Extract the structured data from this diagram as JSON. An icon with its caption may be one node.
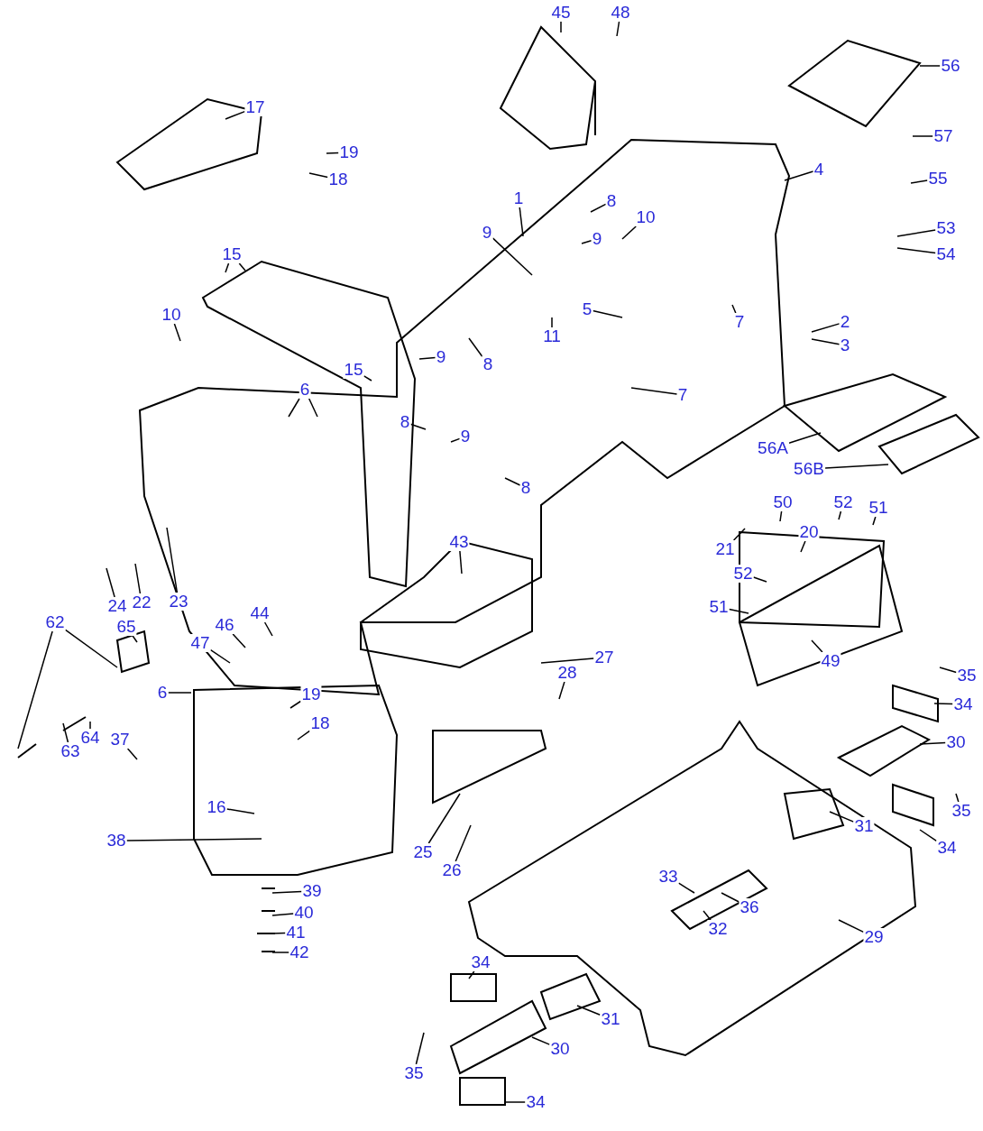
{
  "diagram": {
    "nodes": [
      {
        "text": [
          "45"
        ]
      },
      {
        "text": [
          "48"
        ]
      },
      {
        "text": [
          "56"
        ]
      },
      {
        "text": [
          "57"
        ]
      },
      {
        "text": [
          "17"
        ]
      },
      {
        "text": [
          "4"
        ]
      },
      {
        "text": [
          "19"
        ]
      },
      {
        "text": [
          "55"
        ]
      },
      {
        "text": [
          "18"
        ]
      },
      {
        "text": [
          "1"
        ]
      },
      {
        "text": [
          "8"
        ]
      },
      {
        "text": [
          "10"
        ]
      },
      {
        "text": [
          "53"
        ]
      },
      {
        "text": [
          "9"
        ]
      },
      {
        "text": [
          "9"
        ]
      },
      {
        "text": [
          "54"
        ]
      },
      {
        "text": [
          "15"
        ]
      },
      {
        "text": [
          "5"
        ]
      },
      {
        "text": [
          "10"
        ]
      },
      {
        "text": [
          "7"
        ]
      },
      {
        "text": [
          "2"
        ]
      },
      {
        "text": [
          "11"
        ]
      },
      {
        "text": [
          "3"
        ]
      },
      {
        "text": [
          "9"
        ]
      },
      {
        "text": [
          "8"
        ]
      },
      {
        "text": [
          "15"
        ]
      },
      {
        "text": [
          "6"
        ]
      },
      {
        "text": [
          "7"
        ]
      },
      {
        "text": [
          "8"
        ]
      },
      {
        "text": [
          "9"
        ]
      },
      {
        "text": [
          "56A"
        ]
      },
      {
        "text": [
          "56B"
        ]
      },
      {
        "text": [
          "8"
        ]
      },
      {
        "text": [
          "50"
        ]
      },
      {
        "text": [
          "52"
        ]
      },
      {
        "text": [
          "51"
        ]
      },
      {
        "text": [
          "20"
        ]
      },
      {
        "text": [
          "43"
        ]
      },
      {
        "text": [
          "21"
        ]
      },
      {
        "text": [
          "52"
        ]
      },
      {
        "text": [
          "23"
        ]
      },
      {
        "text": [
          "22"
        ]
      },
      {
        "text": [
          "24"
        ]
      },
      {
        "text": [
          "51"
        ]
      },
      {
        "text": [
          "62"
        ]
      },
      {
        "text": [
          "65"
        ]
      },
      {
        "text": [
          "44"
        ]
      },
      {
        "text": [
          "46"
        ]
      },
      {
        "text": [
          "47"
        ]
      },
      {
        "text": [
          "27"
        ]
      },
      {
        "text": [
          "49"
        ]
      },
      {
        "text": [
          "35"
        ]
      },
      {
        "text": [
          "28"
        ]
      },
      {
        "text": [
          "6"
        ]
      },
      {
        "text": [
          "19"
        ]
      },
      {
        "text": [
          "34"
        ]
      },
      {
        "text": [
          "18"
        ]
      },
      {
        "text": [
          "64"
        ]
      },
      {
        "text": [
          "37"
        ]
      },
      {
        "text": [
          "63"
        ]
      },
      {
        "text": [
          "30"
        ]
      },
      {
        "text": [
          "16"
        ]
      },
      {
        "text": [
          "35"
        ]
      },
      {
        "text": [
          "31"
        ]
      },
      {
        "text": [
          "38"
        ]
      },
      {
        "text": [
          "34"
        ]
      },
      {
        "text": [
          "25"
        ]
      },
      {
        "text": [
          "26"
        ]
      },
      {
        "text": [
          "33"
        ]
      },
      {
        "text": [
          "39"
        ]
      },
      {
        "text": [
          "36"
        ]
      },
      {
        "text": [
          "40"
        ]
      },
      {
        "text": [
          "32"
        ]
      },
      {
        "text": [
          "29"
        ]
      },
      {
        "text": [
          "41"
        ]
      },
      {
        "text": [
          "42"
        ]
      },
      {
        "text": [
          "34"
        ]
      },
      {
        "text": [
          "31"
        ]
      },
      {
        "text": [
          "30"
        ]
      },
      {
        "text": [
          "35"
        ]
      },
      {
        "text": [
          "34"
        ]
      }
    ],
    "edges": [
      {
        "from": 0,
        "to": null,
        "arrow": "none"
      },
      {
        "from": 1,
        "to": null,
        "arrow": "none"
      },
      {
        "from": 2,
        "to": null,
        "arrow": "none"
      },
      {
        "from": 3,
        "to": null,
        "arrow": "none"
      },
      {
        "from": 4,
        "to": null,
        "arrow": "none"
      },
      {
        "from": 5,
        "to": null,
        "arrow": "none"
      },
      {
        "from": 6,
        "to": null,
        "arrow": "none"
      },
      {
        "from": 7,
        "to": null,
        "arrow": "none"
      },
      {
        "from": 8,
        "to": null,
        "arrow": "none"
      },
      {
        "from": 9,
        "to": null,
        "arrow": "none"
      },
      {
        "from": 10,
        "to": null,
        "arrow": "none"
      },
      {
        "from": 11,
        "to": null,
        "arrow": "none"
      },
      {
        "from": 12,
        "to": null,
        "arrow": "none"
      },
      {
        "from": 13,
        "to": null,
        "arrow": "none"
      },
      {
        "from": 14,
        "to": null,
        "arrow": "none"
      },
      {
        "from": 15,
        "to": null,
        "arrow": "none"
      },
      {
        "from": 16,
        "to": null,
        "arrow": "none"
      },
      {
        "from": 17,
        "to": null,
        "arrow": "none"
      },
      {
        "from": 18,
        "to": null,
        "arrow": "none"
      },
      {
        "from": 19,
        "to": null,
        "arrow": "none"
      },
      {
        "from": 20,
        "to": null,
        "arrow": "none"
      },
      {
        "from": 21,
        "to": null,
        "arrow": "none"
      },
      {
        "from": 22,
        "to": null,
        "arrow": "none"
      },
      {
        "from": 23,
        "to": null,
        "arrow": "none"
      },
      {
        "from": 24,
        "to": null,
        "arrow": "none"
      },
      {
        "from": 25,
        "to": null,
        "arrow": "none"
      },
      {
        "from": 26,
        "to": null,
        "arrow": "none"
      },
      {
        "from": 27,
        "to": null,
        "arrow": "none"
      },
      {
        "from": 28,
        "to": null,
        "arrow": "none"
      },
      {
        "from": 29,
        "to": null,
        "arrow": "none"
      },
      {
        "from": 30,
        "to": null,
        "arrow": "none"
      },
      {
        "from": 31,
        "to": null,
        "arrow": "none"
      },
      {
        "from": 32,
        "to": null,
        "arrow": "none"
      },
      {
        "from": 33,
        "to": null,
        "arrow": "none"
      },
      {
        "from": 34,
        "to": null,
        "arrow": "none"
      },
      {
        "from": 35,
        "to": null,
        "arrow": "none"
      },
      {
        "from": 36,
        "to": null,
        "arrow": "none"
      },
      {
        "from": 37,
        "to": null,
        "arrow": "none"
      },
      {
        "from": 38,
        "to": null,
        "arrow": "none"
      },
      {
        "from": 39,
        "to": null,
        "arrow": "none"
      },
      {
        "from": 40,
        "to": null,
        "arrow": "none"
      },
      {
        "from": 41,
        "to": null,
        "arrow": "none"
      },
      {
        "from": 42,
        "to": null,
        "arrow": "none"
      },
      {
        "from": 43,
        "to": null,
        "arrow": "none"
      },
      {
        "from": 44,
        "to": null,
        "arrow": "none"
      },
      {
        "from": 45,
        "to": null,
        "arrow": "none"
      },
      {
        "from": 46,
        "to": null,
        "arrow": "none"
      },
      {
        "from": 47,
        "to": null,
        "arrow": "none"
      },
      {
        "from": 48,
        "to": null,
        "arrow": "none"
      },
      {
        "from": 49,
        "to": null,
        "arrow": "none"
      },
      {
        "from": 50,
        "to": null,
        "arrow": "none"
      },
      {
        "from": 51,
        "to": null,
        "arrow": "none"
      },
      {
        "from": 52,
        "to": null,
        "arrow": "none"
      },
      {
        "from": 53,
        "to": null,
        "arrow": "none"
      },
      {
        "from": 54,
        "to": null,
        "arrow": "none"
      },
      {
        "from": 55,
        "to": null,
        "arrow": "none"
      },
      {
        "from": 56,
        "to": null,
        "arrow": "none"
      },
      {
        "from": 57,
        "to": null,
        "arrow": "none"
      },
      {
        "from": 58,
        "to": null,
        "arrow": "none"
      },
      {
        "from": 59,
        "to": null,
        "arrow": "none"
      },
      {
        "from": 60,
        "to": null,
        "arrow": "none"
      },
      {
        "from": 61,
        "to": null,
        "arrow": "none"
      },
      {
        "from": 62,
        "to": null,
        "arrow": "none"
      },
      {
        "from": 63,
        "to": null,
        "arrow": "none"
      },
      {
        "from": 64,
        "to": null,
        "arrow": "none"
      },
      {
        "from": 65,
        "to": null,
        "arrow": "none"
      },
      {
        "from": 66,
        "to": null,
        "arrow": "none"
      },
      {
        "from": 67,
        "to": null,
        "arrow": "none"
      },
      {
        "from": 68,
        "to": null,
        "arrow": "none"
      },
      {
        "from": 69,
        "to": null,
        "arrow": "none"
      },
      {
        "from": 70,
        "to": null,
        "arrow": "none"
      },
      {
        "from": 71,
        "to": null,
        "arrow": "none"
      },
      {
        "from": 72,
        "to": null,
        "arrow": "none"
      },
      {
        "from": 73,
        "to": null,
        "arrow": "none"
      },
      {
        "from": 74,
        "to": null,
        "arrow": "none"
      },
      {
        "from": 75,
        "to": null,
        "arrow": "none"
      },
      {
        "from": 76,
        "to": null,
        "arrow": "none"
      },
      {
        "from": 77,
        "to": null,
        "arrow": "none"
      },
      {
        "from": 78,
        "to": null,
        "arrow": "none"
      },
      {
        "from": 79,
        "to": null,
        "arrow": "none"
      },
      {
        "from": 80,
        "to": null,
        "arrow": "none"
      },
      {
        "from": 16,
        "to": null,
        "arrow": "none"
      },
      {
        "from": 26,
        "to": null,
        "arrow": "none"
      },
      {
        "from": 44,
        "to": null,
        "arrow": "none"
      }
    ]
  }
}
